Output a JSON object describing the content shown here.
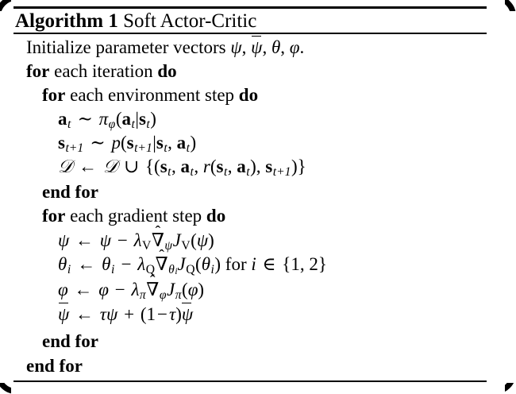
{
  "frame": {
    "style": "rounded-dark-page-border"
  },
  "algorithm": {
    "label": "Algorithm 1",
    "title": "Soft Actor-Critic",
    "lines": [
      {
        "id": "init",
        "indent": 0,
        "text": "Initialize parameter vectors ψ, ψ̄, θ, φ."
      },
      {
        "id": "for-iteration",
        "indent": 0,
        "text": "for each iteration do",
        "keywords": [
          "for",
          "do"
        ]
      },
      {
        "id": "for-env-step",
        "indent": 1,
        "text": "for each environment step do",
        "keywords": [
          "for",
          "do"
        ]
      },
      {
        "id": "sample-action",
        "indent": 2,
        "text": "a_t ~ π_φ(a_t|s_t)"
      },
      {
        "id": "sample-next-state",
        "indent": 2,
        "text": "s_{t+1} ~ p(s_{t+1}|s_t, a_t)"
      },
      {
        "id": "append-replay-buffer",
        "indent": 2,
        "text": "D ← D ∪ {(s_t, a_t, r(s_t, a_t), s_{t+1})}"
      },
      {
        "id": "end-for-env-step",
        "indent": 1,
        "text": "end for",
        "keywords": [
          "end for"
        ]
      },
      {
        "id": "for-gradient-step",
        "indent": 1,
        "text": "for each gradient step do",
        "keywords": [
          "for",
          "do"
        ]
      },
      {
        "id": "update-psi",
        "indent": 2,
        "text": "ψ ← ψ − λ_V ∇̂_ψ J_V(ψ)"
      },
      {
        "id": "update-theta",
        "indent": 2,
        "text": "θ_i ← θ_i − λ_Q ∇̂_{θ_i} J_Q(θ_i) for i ∈ {1, 2}"
      },
      {
        "id": "update-phi",
        "indent": 2,
        "text": "φ ← φ − λ_π ∇̂_φ J_π(φ)"
      },
      {
        "id": "update-psi-bar",
        "indent": 2,
        "text": "ψ̄ ← τψ + (1 − τ)ψ̄"
      },
      {
        "id": "end-for-gradient-step",
        "indent": 1,
        "text": "end for",
        "keywords": [
          "end for"
        ]
      },
      {
        "id": "end-for-iteration",
        "indent": 0,
        "text": "end for",
        "keywords": [
          "end for"
        ]
      }
    ]
  },
  "tokens": {
    "initialize": "Initialize parameter vectors",
    "for": "for",
    "do": "do",
    "end_for": "end for",
    "each_iteration": "each iteration",
    "each_environment_step": "each environment step",
    "each_gradient_step": "each gradient step",
    "for_lower": "for",
    "period": ".",
    "comma": ",",
    "sym_psi": "ψ",
    "sym_theta": "θ",
    "sym_phi": "φ",
    "sym_pi": "π",
    "sym_tau": "τ",
    "sym_lambda": "λ",
    "sym_nabla": "∇",
    "sym_hat": "ˆ",
    "sym_arrow_left": "←",
    "sym_sim": "∼",
    "sym_cup": "∪",
    "sym_in": "∈",
    "sym_minus": "−",
    "sym_plus": "+",
    "sym_cal_D": "𝒟",
    "sym_bar_psi": "ψ̄",
    "bf_a": "a",
    "bf_s": "s",
    "it_p": "p",
    "it_r": "r",
    "it_J": "J",
    "it_i": "i",
    "sub_t": "t",
    "sub_t_plus_1": "t+1",
    "sub_V": "V",
    "sub_Q": "Q",
    "sub_i": "i",
    "one": "1",
    "two": "2",
    "set_open": "{",
    "set_close": "}",
    "paren_open": "(",
    "paren_close": ")",
    "mid": "|"
  },
  "colors": {
    "ink": "#000000",
    "page": "#ffffff",
    "frame": "#000000"
  }
}
